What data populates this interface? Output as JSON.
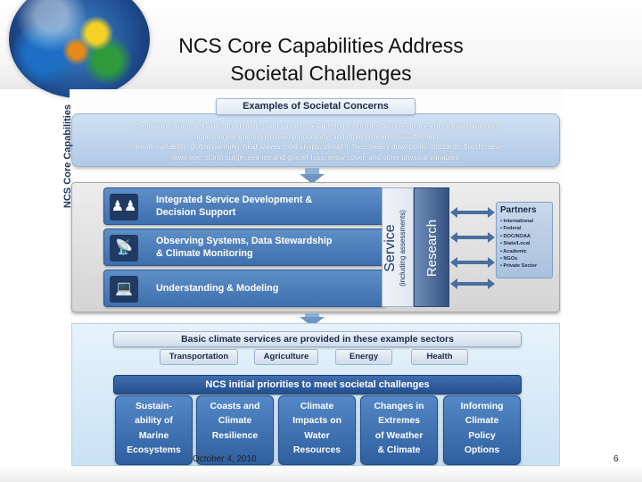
{
  "slide": {
    "title_line1": "NCS Core Capabilities Address",
    "title_line2": "Societal Challenges",
    "footer_date": "October 4, 2010",
    "page_number": "6"
  },
  "concerns": {
    "header": "Examples of Societal Concerns",
    "line1": "Energy and water demands, food quality and quantity, reliable infrastructure during extremes of climate, plant and",
    "line2": "animal range expansion, ocean productivity, and other concerns, as affected by",
    "line3": "climate variability, global warming, heat waves, cold snaps, drought, fires, heavy downpours, blizzards, floods, sea-",
    "line4": "level rise, storm surge, sea-ice and glacier loss, snow cover, and other physical variables."
  },
  "core": {
    "label": "NCS Core Capabilities",
    "capabilities": [
      {
        "line1": "Integrated Service Development &",
        "line2": "Decision Support",
        "icon": "people-icon"
      },
      {
        "line1": "Observing Systems, Data Stewardship",
        "line2": "& Climate Monitoring",
        "icon": "satellite-dish-icon"
      },
      {
        "line1": "Understanding & Modeling",
        "line2": "",
        "icon": "laptop-wifi-icon"
      }
    ],
    "service_label": "Service",
    "service_sublabel": "(including assessments)",
    "research_label": "Research",
    "partners_title": "Partners",
    "partners": [
      "• International",
      "• Federal",
      "• DOC/NOAA",
      "• State/Local",
      "• Academic",
      "• NGOs",
      "• Private Sector"
    ]
  },
  "services": {
    "banner": "Basic climate services are provided in these example sectors",
    "sectors": [
      "Transportation",
      "Agriculture",
      "Energy",
      "Health"
    ],
    "priorities_banner": "NCS initial priorities to meet societal challenges",
    "priorities": [
      [
        "Sustain-",
        "ability of",
        "Marine",
        "Ecosystems"
      ],
      [
        "Coasts and",
        "Climate",
        "Resilience"
      ],
      [
        "Climate",
        "Impacts on",
        "Water",
        "Resources"
      ],
      [
        "Changes in",
        "Extremes",
        "of Weather",
        "& Climate"
      ],
      [
        "Informing",
        "Climate",
        "Policy",
        "Options"
      ]
    ]
  },
  "colors": {
    "accent_dark_blue": "#254f8e",
    "capability_blue": "#3e6fae",
    "concerns_blue": "#b2cae6"
  }
}
